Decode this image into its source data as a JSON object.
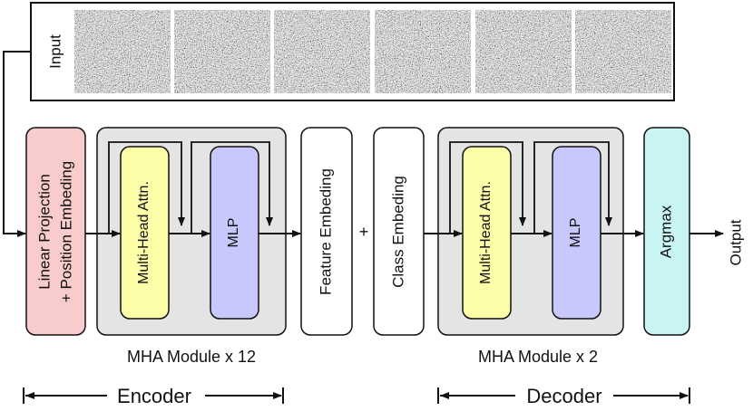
{
  "input": {
    "label": "Input",
    "image_count": 6
  },
  "blocks": {
    "linear_projection": {
      "line1": "Linear Projection",
      "line2": "+ Position Embeding",
      "color": "#f8cccc"
    },
    "multi_head_attn": {
      "label": "Multi-Head Attn.",
      "color": "#fefea8"
    },
    "mlp": {
      "label": "MLP",
      "color": "#c8c8fc"
    },
    "feature_embedding": {
      "label": "Feature Embeding"
    },
    "plus": {
      "label": "+"
    },
    "class_embedding": {
      "label": "Class Embeding"
    },
    "argmax": {
      "label": "Argmax",
      "color": "#c9f4f4"
    },
    "module_bg": "#e4e4e4"
  },
  "modules": {
    "encoder_module": {
      "label": "MHA Module x 12"
    },
    "decoder_module": {
      "label": "MHA Module x 2"
    }
  },
  "output": {
    "label": "Output"
  },
  "spans": {
    "encoder": {
      "label": "Encoder"
    },
    "decoder": {
      "label": "Decoder"
    }
  }
}
